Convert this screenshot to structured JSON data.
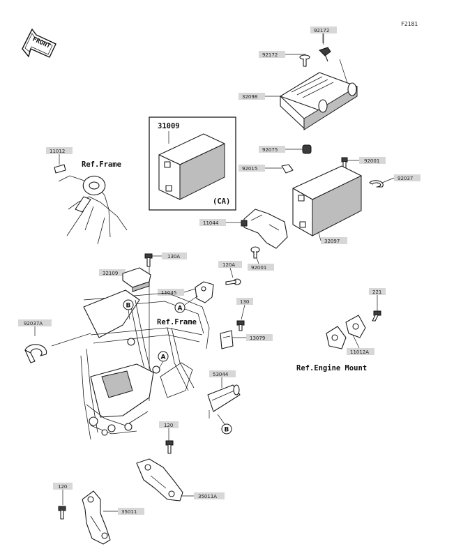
{
  "diagram_code": "F2181",
  "front_label": "FRONT",
  "kit_box": {
    "part_number": "31009",
    "variant": "(CA)"
  },
  "part_labels": [
    {
      "id": "p92172a",
      "text": "92172"
    },
    {
      "id": "p92172b",
      "text": "92172"
    },
    {
      "id": "p32098",
      "text": "32098"
    },
    {
      "id": "p92075",
      "text": "92075"
    },
    {
      "id": "p92015",
      "text": "92015"
    },
    {
      "id": "p92001a",
      "text": "92001"
    },
    {
      "id": "p92037",
      "text": "92037"
    },
    {
      "id": "p11044",
      "text": "11044"
    },
    {
      "id": "p32097",
      "text": "32097"
    },
    {
      "id": "p92001b",
      "text": "92001"
    },
    {
      "id": "p11012",
      "text": "11012"
    },
    {
      "id": "p130a",
      "text": "130A"
    },
    {
      "id": "p32109",
      "text": "32109"
    },
    {
      "id": "p120a",
      "text": "120A"
    },
    {
      "id": "p11045",
      "text": "11045"
    },
    {
      "id": "p130",
      "text": "130"
    },
    {
      "id": "p13079",
      "text": "13079"
    },
    {
      "id": "p221",
      "text": "221"
    },
    {
      "id": "p11012a",
      "text": "11012A"
    },
    {
      "id": "p92037a",
      "text": "92037A"
    },
    {
      "id": "p53044",
      "text": "53044"
    },
    {
      "id": "p120b",
      "text": "120"
    },
    {
      "id": "p35011a",
      "text": "35011A"
    },
    {
      "id": "p120c",
      "text": "120"
    },
    {
      "id": "p35011",
      "text": "35011"
    }
  ],
  "reference_labels": [
    {
      "id": "ref_frame_top",
      "text": "Ref.Frame"
    },
    {
      "id": "ref_frame_main",
      "text": "Ref.Frame"
    },
    {
      "id": "ref_engine",
      "text": "Ref.Engine Mount"
    }
  ],
  "callouts": [
    {
      "id": "cA1",
      "text": "A"
    },
    {
      "id": "cA2",
      "text": "A"
    },
    {
      "id": "cB1",
      "text": "B"
    },
    {
      "id": "cB2",
      "text": "B"
    }
  ]
}
